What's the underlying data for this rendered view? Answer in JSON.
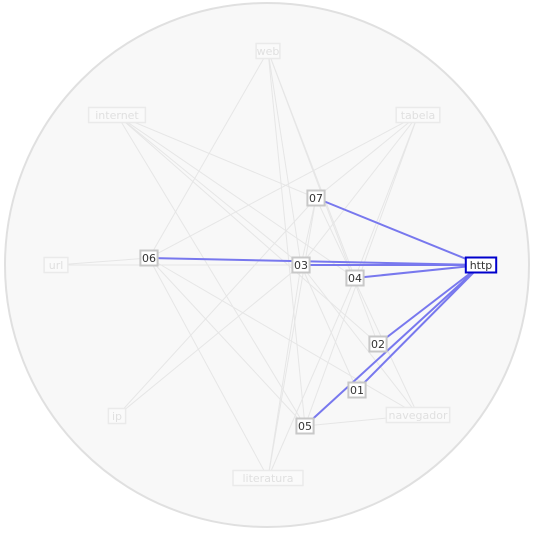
{
  "graph": {
    "colors": {
      "circle_fill": "#f8f8f8",
      "circle_stroke": "#e0e0e0",
      "faded_edge": "#e6e6e6",
      "highlight_edge": "#7878ee",
      "selected_border": "#0000cc",
      "node_border": "#c8c8c8",
      "faded_node_border": "#eaeaea",
      "faded_text": "#e0e0e0",
      "text": "#333333"
    },
    "selected_node": "http",
    "nodes": [
      {
        "id": "http",
        "label": "http",
        "state": "selected"
      },
      {
        "id": "07",
        "label": "07",
        "state": "connected"
      },
      {
        "id": "06",
        "label": "06",
        "state": "connected"
      },
      {
        "id": "03",
        "label": "03",
        "state": "connected"
      },
      {
        "id": "04",
        "label": "04",
        "state": "connected"
      },
      {
        "id": "02",
        "label": "02",
        "state": "connected"
      },
      {
        "id": "01",
        "label": "01",
        "state": "connected"
      },
      {
        "id": "05",
        "label": "05",
        "state": "connected"
      },
      {
        "id": "web",
        "label": "web",
        "state": "faded"
      },
      {
        "id": "internet",
        "label": "internet",
        "state": "faded"
      },
      {
        "id": "tabela",
        "label": "tabela",
        "state": "faded"
      },
      {
        "id": "url",
        "label": "url",
        "state": "faded"
      },
      {
        "id": "ip",
        "label": "ip",
        "state": "faded"
      },
      {
        "id": "navegador",
        "label": "navegador",
        "state": "faded"
      },
      {
        "id": "literatura",
        "label": "literatura",
        "state": "faded"
      }
    ],
    "highlight_edges": [
      [
        "http",
        "07"
      ],
      [
        "http",
        "06"
      ],
      [
        "http",
        "03"
      ],
      [
        "http",
        "04"
      ],
      [
        "http",
        "02"
      ],
      [
        "http",
        "01"
      ],
      [
        "http",
        "05"
      ]
    ],
    "faded_edges": [
      [
        "web",
        "03"
      ],
      [
        "web",
        "04"
      ],
      [
        "web",
        "06"
      ],
      [
        "web",
        "02"
      ],
      [
        "web",
        "05"
      ],
      [
        "internet",
        "03"
      ],
      [
        "internet",
        "07"
      ],
      [
        "internet",
        "04"
      ],
      [
        "internet",
        "02"
      ],
      [
        "internet",
        "05"
      ],
      [
        "tabela",
        "03"
      ],
      [
        "tabela",
        "07"
      ],
      [
        "tabela",
        "06"
      ],
      [
        "tabela",
        "05"
      ],
      [
        "tabela",
        "04"
      ],
      [
        "url",
        "06"
      ],
      [
        "url",
        "03"
      ],
      [
        "ip",
        "03"
      ],
      [
        "ip",
        "07"
      ],
      [
        "navegador",
        "03"
      ],
      [
        "navegador",
        "07"
      ],
      [
        "navegador",
        "05"
      ],
      [
        "navegador",
        "06"
      ],
      [
        "literatura",
        "03"
      ],
      [
        "literatura",
        "07"
      ],
      [
        "literatura",
        "06"
      ],
      [
        "literatura",
        "04"
      ],
      [
        "03",
        "07"
      ],
      [
        "03",
        "01"
      ],
      [
        "06",
        "05"
      ]
    ]
  }
}
